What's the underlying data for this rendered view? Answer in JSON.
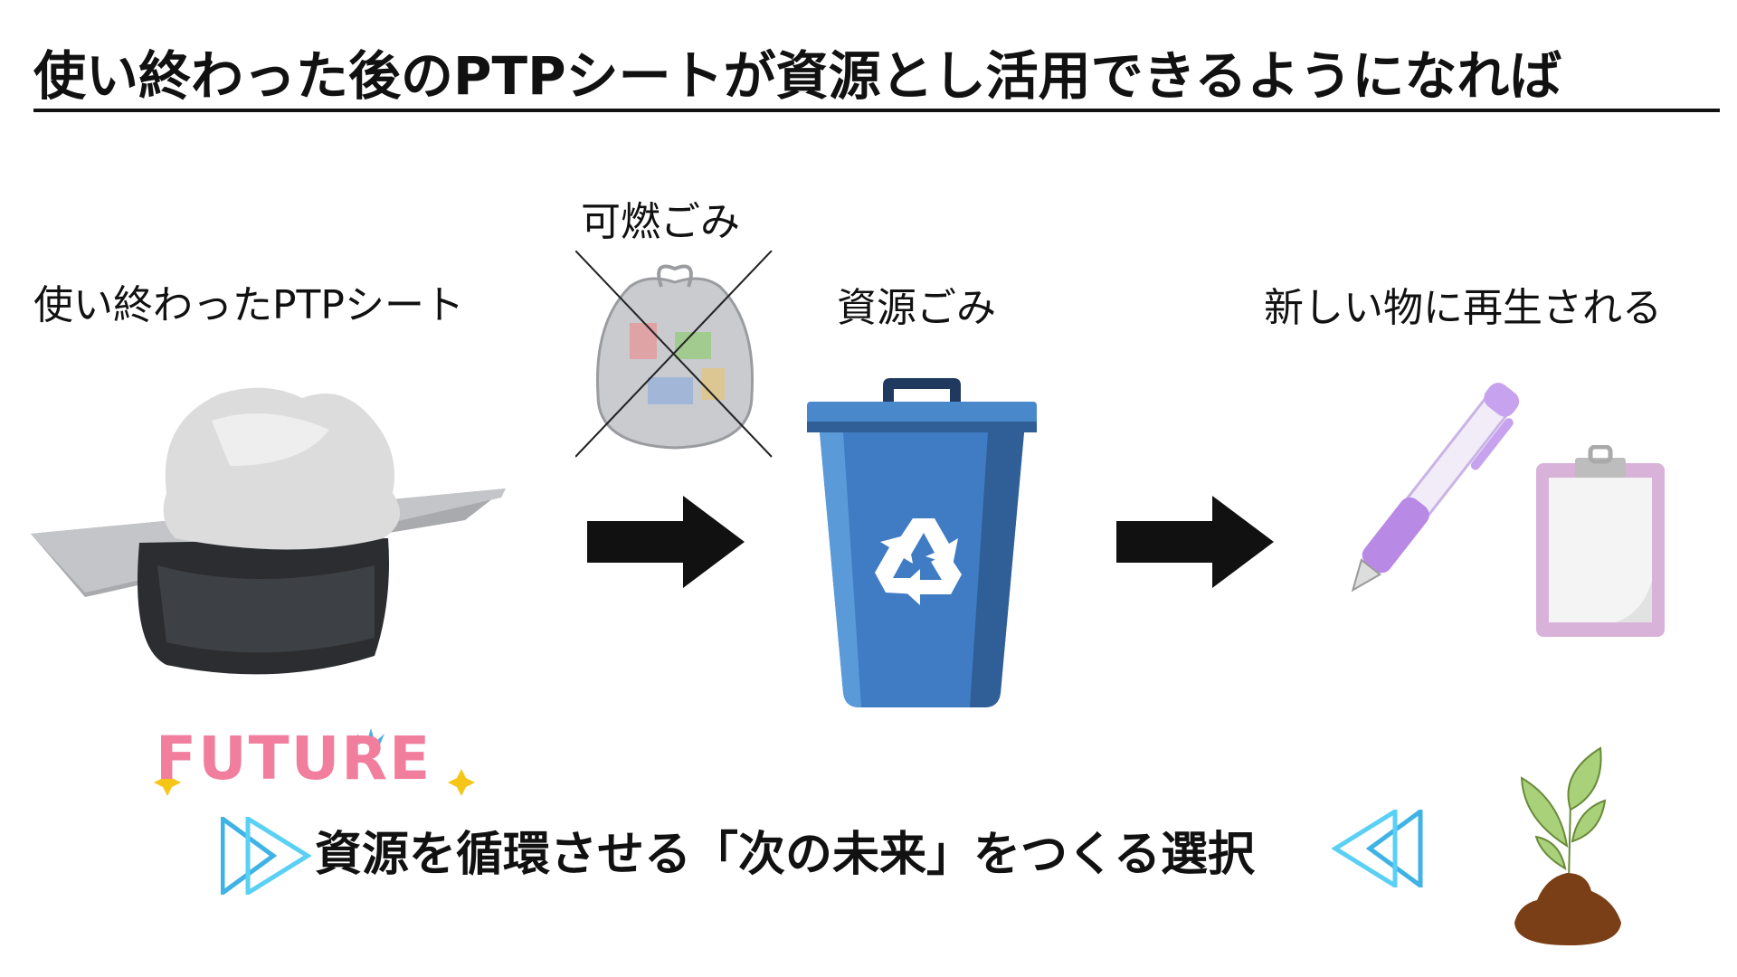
{
  "title": "使い終わった後のPTPシートが資源とし活用できるようになれば",
  "labels": {
    "used_sheet": "使い終わったPTPシート",
    "burnable": "可燃ごみ",
    "recyclable": "資源ごみ",
    "reborn": "新しい物に再生される"
  },
  "future_badge": "FUTURE",
  "tagline": "資源を循環させる「次の未来」をつくる選択",
  "colors": {
    "bin_blue": "#3f7cc4",
    "arrow": "#111111",
    "future_pink": "#f27e9e",
    "triangle_blue": "#4fc3f0"
  }
}
